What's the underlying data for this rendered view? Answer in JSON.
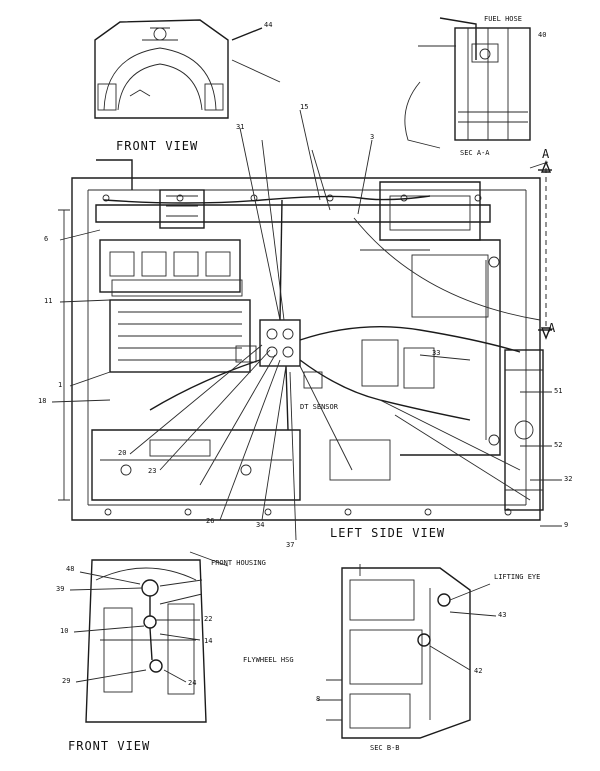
{
  "view_titles": {
    "front_view_top": "FRONT VIEW",
    "left_side_view": "LEFT SIDE VIEW",
    "front_view_bottom": "FRONT VIEW"
  },
  "labels": {
    "fuel_hose": "FUEL HOSE",
    "front_housing": "FRONT HOUSING",
    "flywheel_hsg": "FLYWHEEL HSG",
    "lifting_eye": "LIFTING EYE",
    "dt_sensor": "DT SENSOR",
    "section_a_a": "SEC A-A",
    "section_b_b": "SEC B-B",
    "section_a_top": "A",
    "section_a_right": "A",
    "ref_44": "44",
    "ref_40": "40",
    "ref_31": "31",
    "ref_15": "15",
    "ref_3": "3",
    "ref_6": "6",
    "ref_11": "11",
    "ref_1a": "1",
    "ref_18": "18",
    "ref_51": "51",
    "ref_52": "52",
    "ref_32": "32",
    "ref_9": "9",
    "ref_20": "20",
    "ref_23": "23",
    "ref_26": "26",
    "ref_34": "34",
    "ref_37": "37",
    "ref_39": "39",
    "ref_48": "48",
    "ref_10": "10",
    "ref_29": "29",
    "ref_22": "22",
    "ref_14": "14",
    "ref_24": "24",
    "ref_43": "43",
    "ref_42": "42",
    "ref_8": "8",
    "ref_33": "33"
  }
}
